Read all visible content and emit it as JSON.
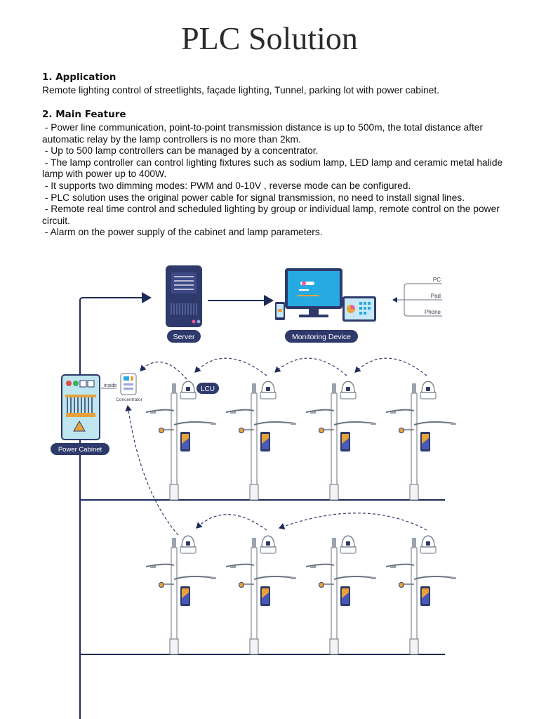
{
  "document": {
    "title": "PLC Solution",
    "sections": [
      {
        "heading": "1. Application",
        "text": "Remote lighting control of streetlights, façade lighting, Tunnel, parking lot with power cabinet."
      },
      {
        "heading": "2. Main Feature",
        "lines": [
          " - Power line communication, point-to-point transmission distance is up to 500m, the total distance after automatic relay by the lamp controllers is no more than 2km.",
          " - Up to 500 lamp controllers can be managed by a concentrator.",
          " - The lamp controller can control lighting fixtures such as sodium lamp, LED lamp and ceramic metal halide lamp with power up to 400W.",
          " - It supports two dimming modes: PWM and 0-10V , reverse mode can be configured.",
          " - PLC solution uses the original power cable for signal transmission, no need to install signal lines.",
          " - Remote real time control and scheduled lighting by group or individual lamp, remote control on the power circuit.",
          " - Alarm on the power supply of the cabinet and lamp parameters."
        ]
      }
    ]
  },
  "diagram": {
    "server_label": "Server",
    "monitoring_label": "Monitoring Device",
    "power_cabinet_label": "Power Cabinet",
    "lcu_label": "LCU",
    "inside_label": "inside",
    "concentrator_label": "Concentrator",
    "device_types": [
      "PC",
      "Pad",
      "Phone"
    ],
    "colors": {
      "navy": "#2e3a6b",
      "cable": "#1c2b5a",
      "screen": "#27a9e1",
      "cabinet": "#bfe6ee",
      "accent_orange": "#e8a23a"
    }
  }
}
